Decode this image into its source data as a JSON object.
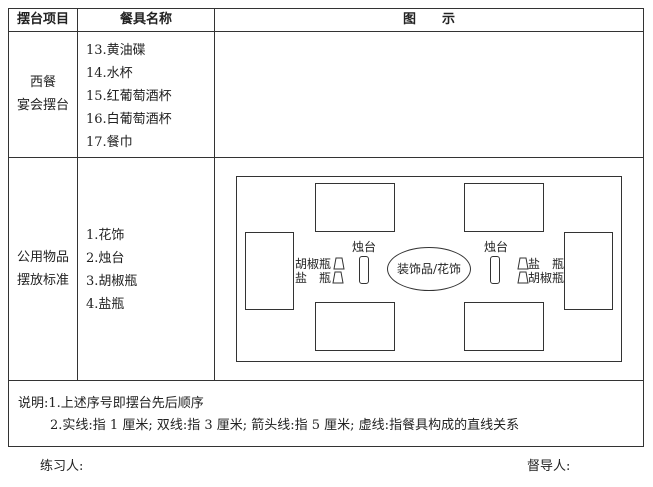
{
  "header": {
    "col1": "摆台项目",
    "col2": "餐具名称",
    "col3": "图　　示"
  },
  "row1": {
    "project_line1": "西餐",
    "project_line2": "宴会摆台",
    "items": [
      "13.黄油碟",
      "14.水杯",
      "15.红葡萄酒杯",
      "16.白葡萄酒杯",
      "17.餐巾"
    ]
  },
  "row2": {
    "project_line1": "公用物品",
    "project_line2": "摆放标准",
    "items": [
      "1.花饰",
      "2.烛台",
      "3.胡椒瓶",
      "4.盐瓶"
    ],
    "diagram": {
      "candle_left": "烛台",
      "candle_right": "烛台",
      "center_label": "装饰品/花饰",
      "left_pepper": "胡椒瓶",
      "left_salt": "盐　瓶",
      "right_salt": "盐　瓶",
      "right_pepper": "胡椒瓶"
    }
  },
  "notes": {
    "line1": "说明:1.上述序号即摆台先后顺序",
    "line2": "2.实线:指 1 厘米; 双线:指 3 厘米; 箭头线:指 5 厘米; 虚线:指餐具构成的直线关系"
  },
  "footer": {
    "trainee": "练习人:",
    "supervisor": "督导人:"
  }
}
